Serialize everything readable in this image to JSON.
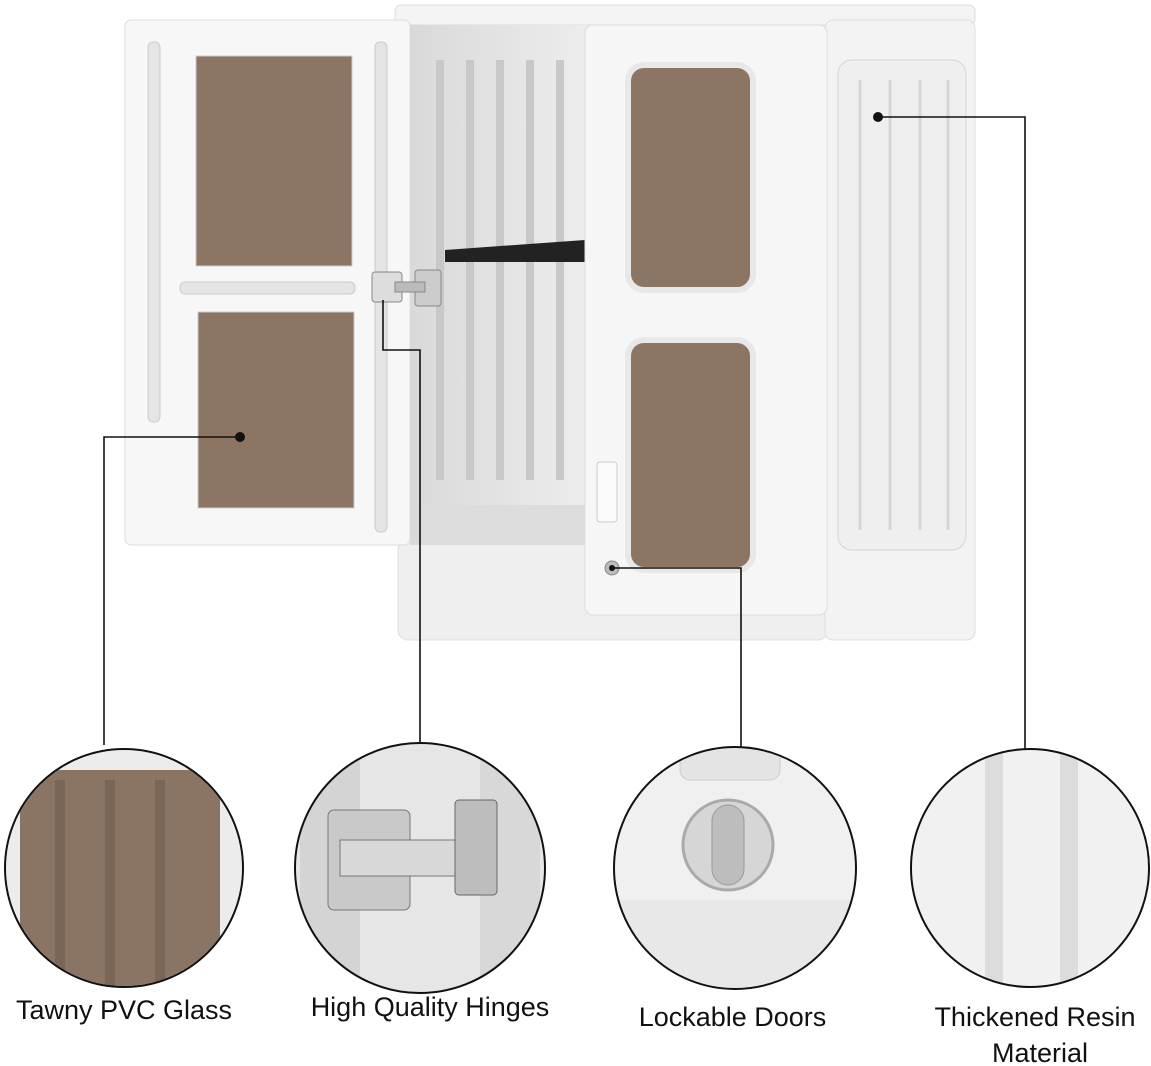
{
  "features": [
    {
      "label": "Tawny PVC Glass",
      "icon": "pvc-glass-closeup"
    },
    {
      "label": "High Quality Hinges",
      "icon": "hinge-closeup"
    },
    {
      "label": "Lockable Doors",
      "icon": "lock-closeup"
    },
    {
      "label": "Thickened Resin Material",
      "line1": "Thickened Resin",
      "line2": "Material",
      "icon": "resin-closeup"
    }
  ],
  "colors": {
    "cabinet": "#f2f2f2",
    "glass": "#8c7563",
    "callout_line": "#111111",
    "shelf": "#222222"
  }
}
